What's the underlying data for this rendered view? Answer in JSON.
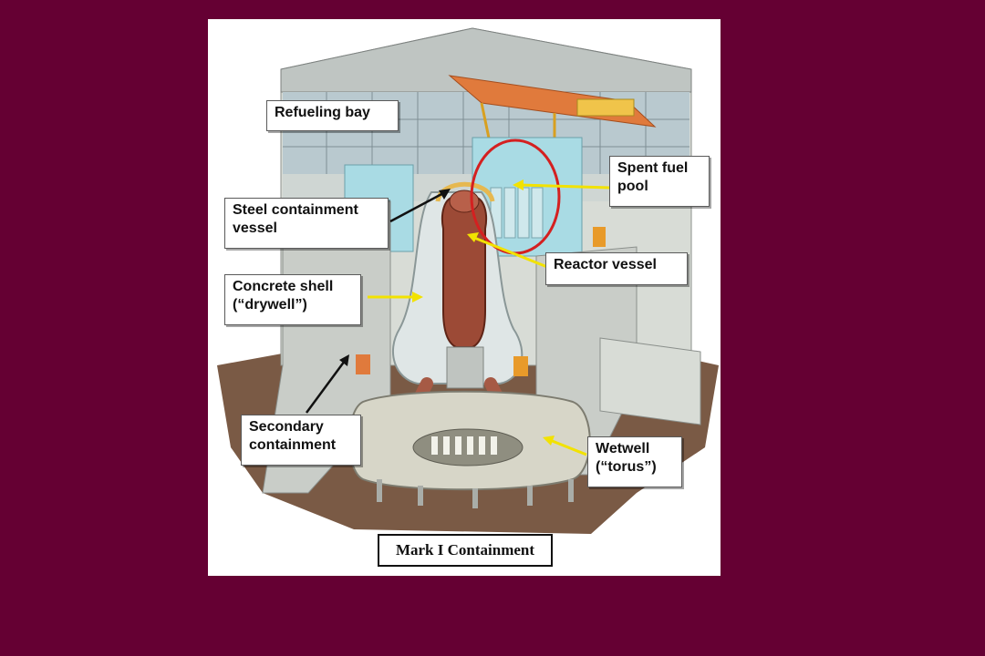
{
  "labels": {
    "refueling_bay": "Refueling bay",
    "spent_fuel_pool": "Spent fuel\npool",
    "steel_containment_vessel": "Steel containment\nvessel",
    "reactor_vessel": "Reactor vessel",
    "concrete_shell": "Concrete shell\n(“drywell”)",
    "secondary_containment": "Secondary\ncontainment",
    "wetwell": "Wetwell\n(“torus”)"
  },
  "caption": "Mark I Containment",
  "colors": {
    "slide_background": "#650033",
    "highlight_circle": "#d42020",
    "pointer_yellow": "#f2e200",
    "pointer_black": "#111111",
    "reactor": "#9c4a36",
    "crane": "#e07a3c",
    "water": "#a9dbe4",
    "concrete": "#c9cdc8"
  }
}
